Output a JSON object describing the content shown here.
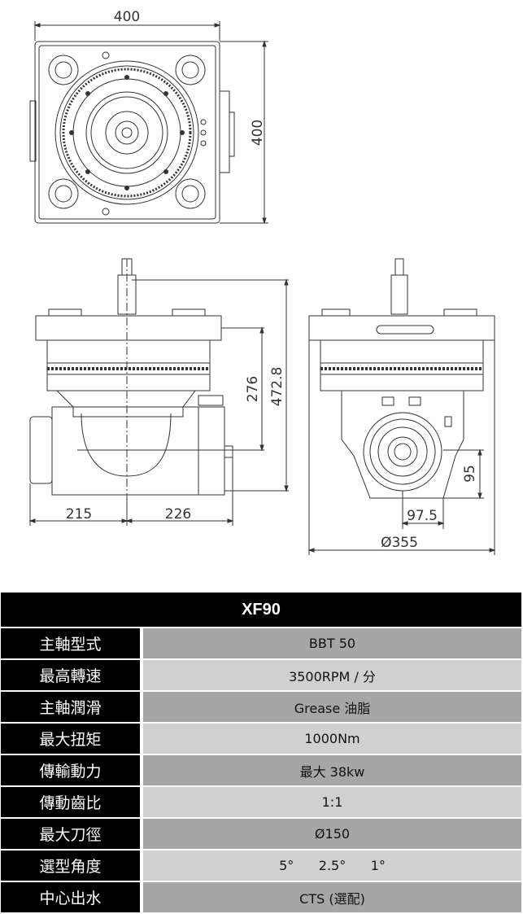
{
  "dimensions": {
    "top_width": "400",
    "top_height": "400",
    "height_276": "276",
    "height_472": "472.8",
    "width_215": "215",
    "width_226": "226",
    "height_95": "95",
    "width_97": "97.5",
    "diameter_355": "Ø355"
  },
  "spec_table": {
    "title": "XF90",
    "rows": [
      {
        "label": "主軸型式",
        "value": "BBT 50"
      },
      {
        "label": "最高轉速",
        "value": "3500RPM /  分"
      },
      {
        "label": "主軸潤滑",
        "value": "Grease 油脂"
      },
      {
        "label": "最大扭矩",
        "value": "1000Nm"
      },
      {
        "label": "傳輸動力",
        "value": "最大 38kw"
      },
      {
        "label": "傳動齒比",
        "value": "1:1"
      },
      {
        "label": "最大刀徑",
        "value": "Ø150"
      },
      {
        "label": "選型角度",
        "value": "5°      2.5°      1°"
      },
      {
        "label": "中心出水",
        "value": "CTS (選配)"
      }
    ]
  }
}
